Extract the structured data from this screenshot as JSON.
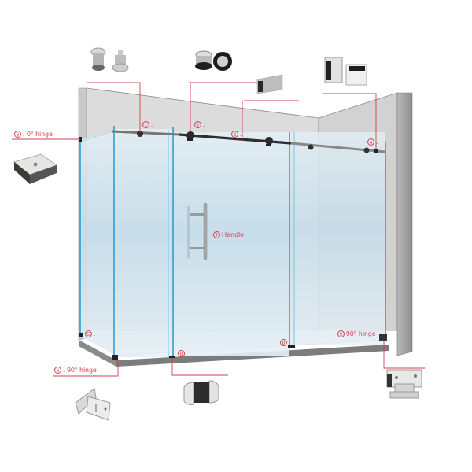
{
  "diagram": {
    "subject": "Sliding glass shower enclosure hardware diagram",
    "colors": {
      "callout": "#d2414f",
      "wall": "#d9d9d9",
      "wall_dark": "#9a9a9a",
      "glass": "#cfe4ef",
      "glass_edge": "#2a9fd8",
      "rail": "#3a3a3a",
      "base": "#8a8a8a"
    },
    "labels": [
      {
        "id": "1",
        "num": "1",
        "text": "."
      },
      {
        "id": "2",
        "num": "2",
        "text": "."
      },
      {
        "id": "3",
        "num": "3",
        "text": "."
      },
      {
        "id": "4",
        "num": "4",
        "text": "."
      },
      {
        "id": "5a",
        "num": "5",
        "text": ", 0° hinge"
      },
      {
        "id": "5b",
        "num": "5",
        "text": "."
      },
      {
        "id": "6",
        "num": "6",
        "text": ". 90° hinge"
      },
      {
        "id": "7",
        "num": "7",
        "text": "Handle"
      },
      {
        "id": "8a",
        "num": "8",
        "text": ""
      },
      {
        "id": "8b",
        "num": "8",
        "text": ""
      },
      {
        "id": "9",
        "num": "9",
        "text": "90° hinge"
      }
    ],
    "parts": [
      {
        "id": "roller-wheels-silver",
        "label_num": "1"
      },
      {
        "id": "roller-wheels-black",
        "label_num": "2"
      },
      {
        "id": "rail-connector-tube",
        "label_num": "3"
      },
      {
        "id": "end-stopper-clamps",
        "label_num": "4"
      },
      {
        "id": "glass-clamp-0-degree",
        "label_num": "5"
      },
      {
        "id": "hinge-90-degree-left",
        "label_num": "6"
      },
      {
        "id": "floor-guide",
        "label_num": "8"
      },
      {
        "id": "hinge-90-degree-right",
        "label_num": "9"
      }
    ]
  }
}
